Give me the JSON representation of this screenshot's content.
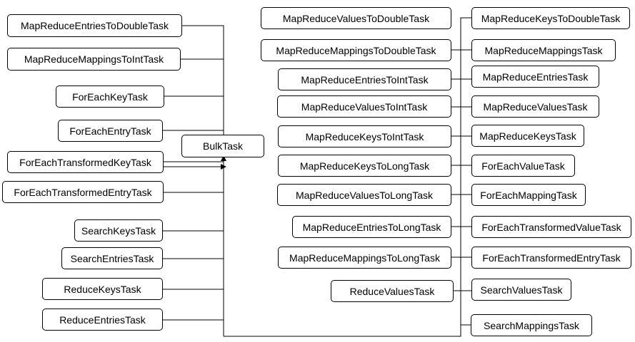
{
  "root": "BulkTask",
  "left_tasks": [
    "MapReduceEntriesToDoubleTask",
    "MapReduceMappingsToIntTask",
    "ForEachKeyTask",
    "ForEachEntryTask",
    "ForEachTransformedKeyTask",
    "ForEachTransformedEntryTask",
    "SearchKeysTask",
    "SearchEntriesTask",
    "ReduceKeysTask",
    "ReduceEntriesTask"
  ],
  "middle_tasks": [
    "MapReduceValuesToDoubleTask",
    "MapReduceMappingsToDoubleTask",
    "MapReduceEntriesToIntTask",
    "MapReduceValuesToIntTask",
    "MapReduceKeysToIntTask",
    "MapReduceKeysToLongTask",
    "MapReduceValuesToLongTask",
    "MapReduceEntriesToLongTask",
    "MapReduceMappingsToLongTask",
    "ReduceValuesTask"
  ],
  "right_tasks": [
    "MapReduceKeysToDoubleTask",
    "MapReduceMappingsTask",
    "MapReduceEntriesTask",
    "MapReduceValuesTask",
    "MapReduceKeysTask",
    "ForEachValueTask",
    "ForEachMappingTask",
    "ForEachTransformedValueTask",
    "ForEachTransformedEntryTask",
    "SearchValuesTask",
    "SearchMappingsTask"
  ]
}
